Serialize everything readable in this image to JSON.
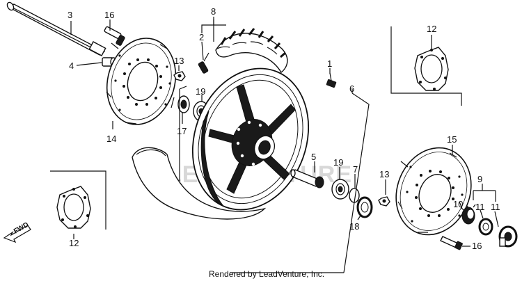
{
  "watermark": "LEADVENTURE",
  "credit": "Rendered by LeadVenture, Inc.",
  "direction_label": "FWD",
  "callouts": {
    "c1": "1",
    "c2": "2",
    "c3": "3",
    "c4": "4",
    "c5": "5",
    "c6": "6",
    "c7": "7",
    "c8": "8",
    "c9": "9",
    "c10": "10",
    "c11a": "11",
    "c11b": "11",
    "c12a": "12",
    "c12b": "12",
    "c13a": "13",
    "c13b": "13",
    "c14": "14",
    "c15": "15",
    "c16a": "16",
    "c16b": "16",
    "c17": "17",
    "c18": "18",
    "c19a": "19",
    "c19b": "19"
  }
}
